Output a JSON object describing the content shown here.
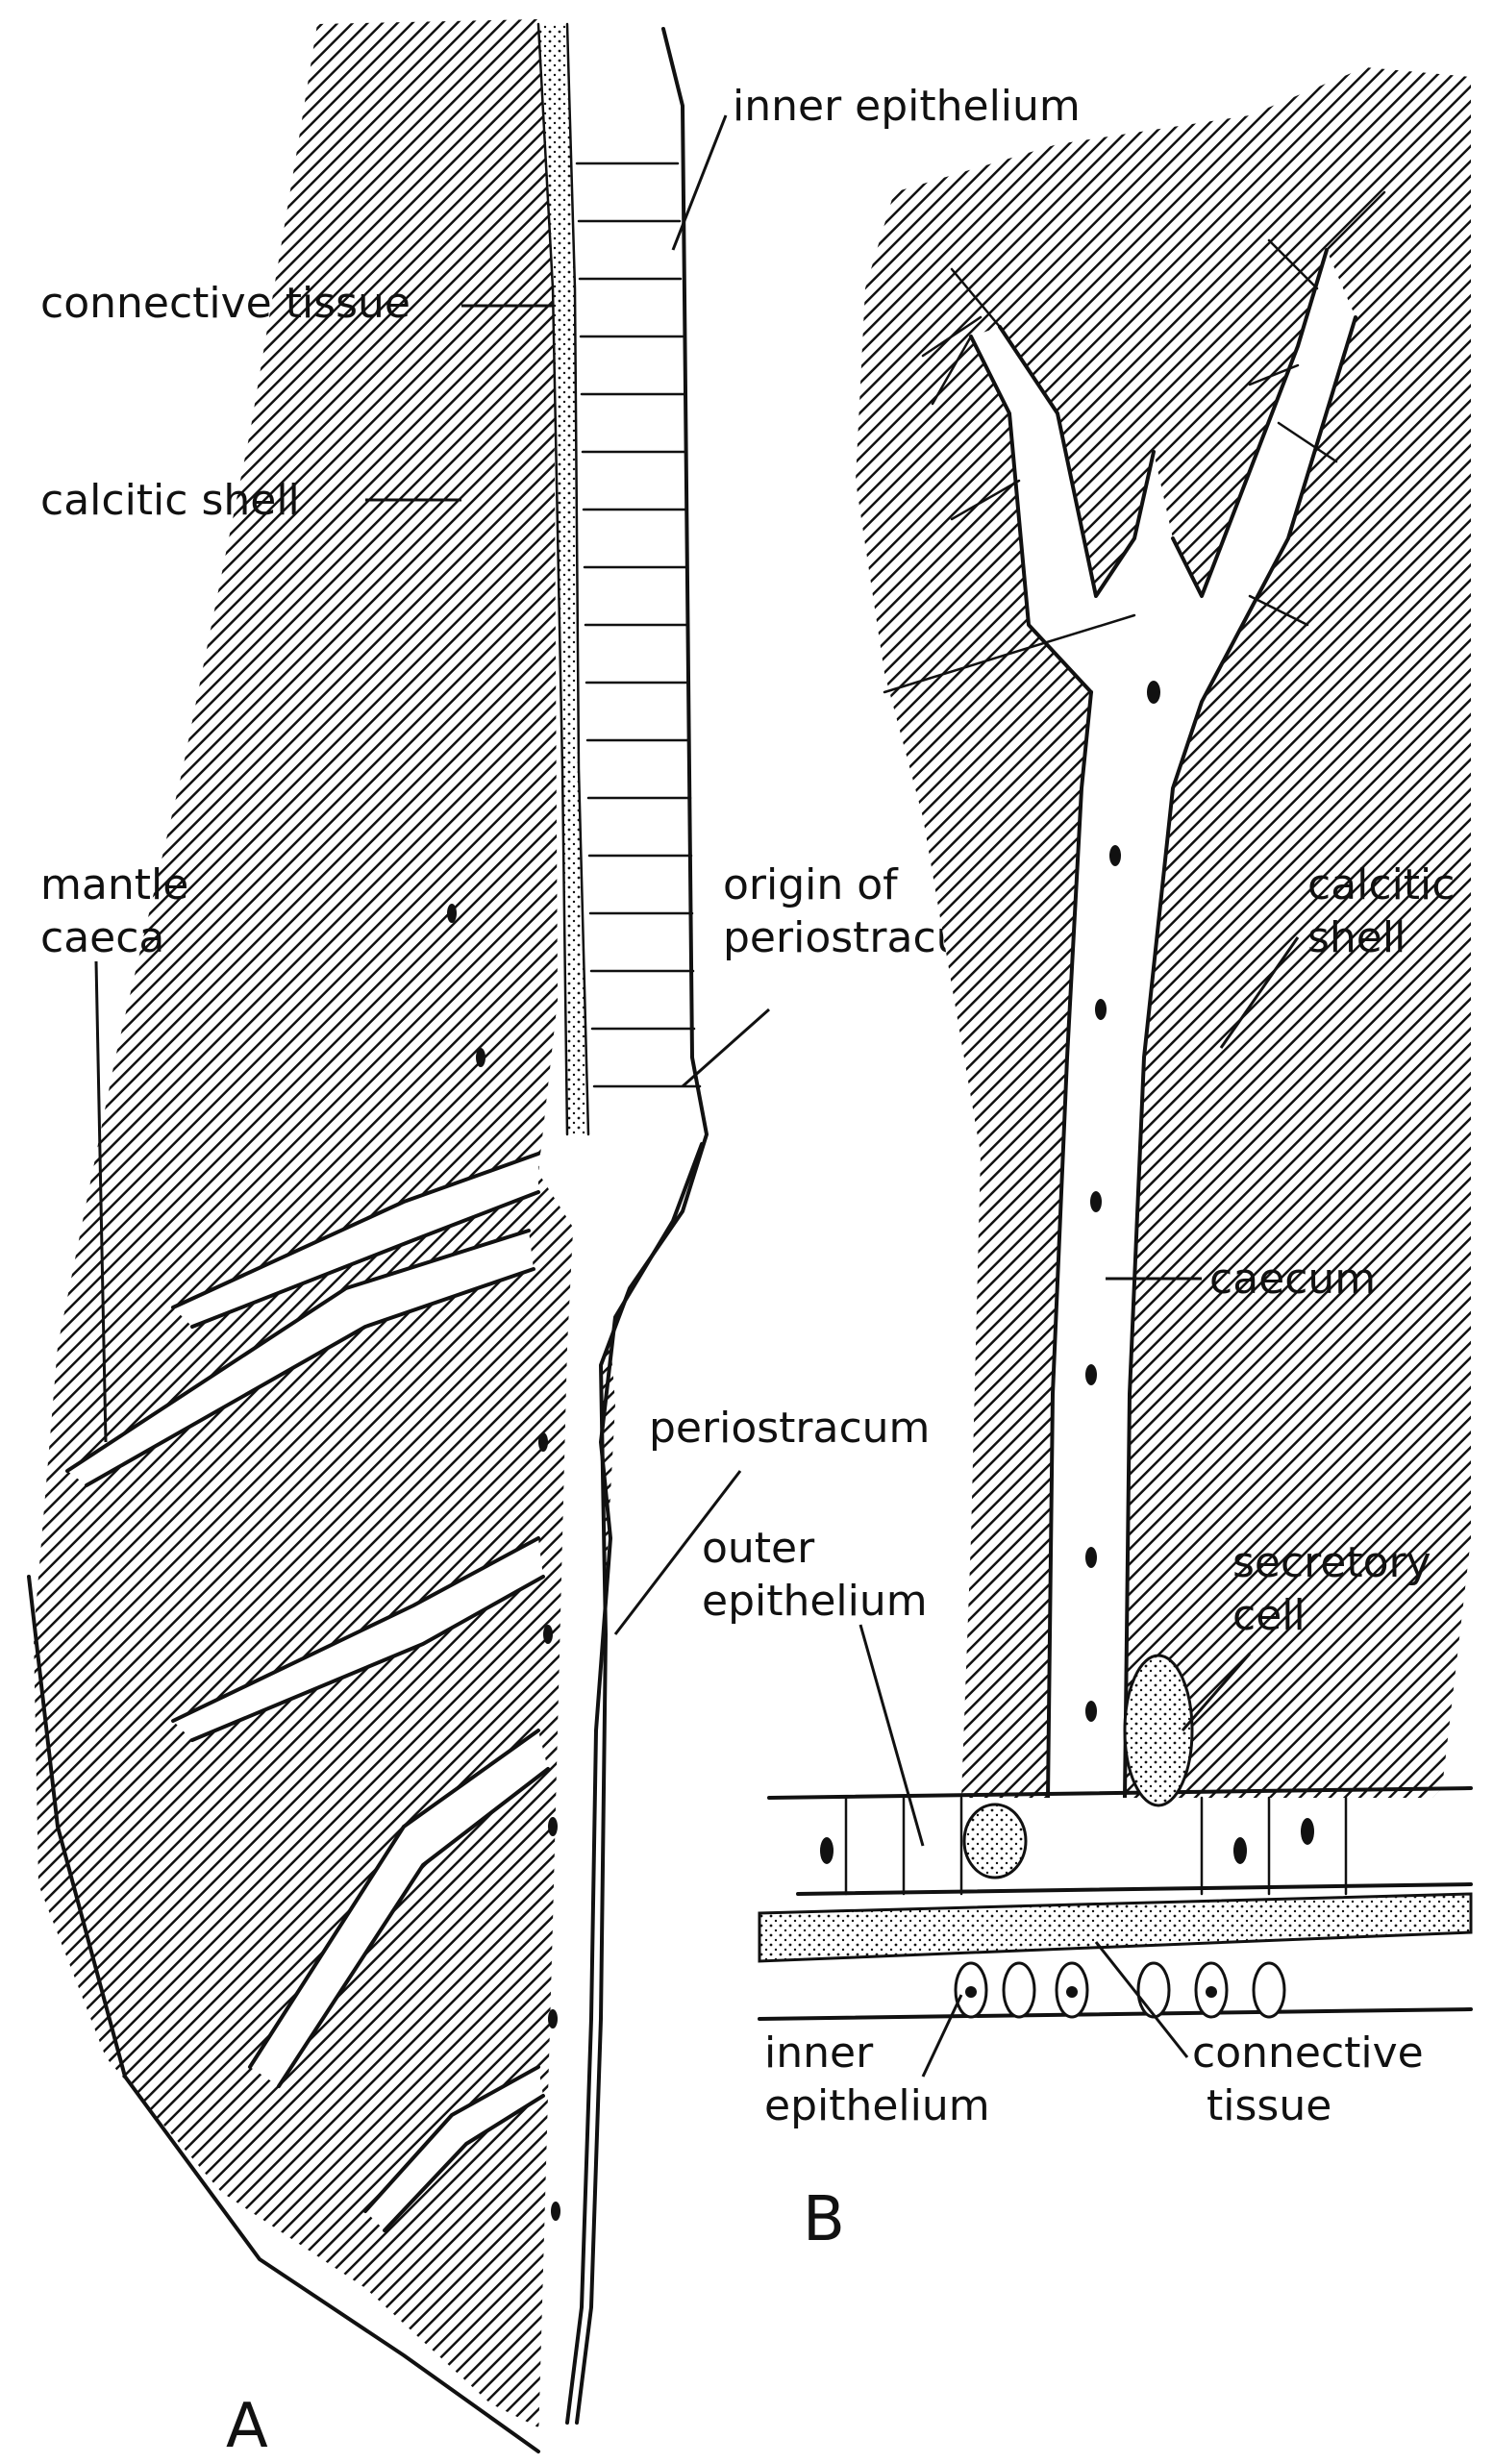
{
  "panels": {
    "a": "A",
    "b": "B"
  },
  "labels_a": {
    "inner_epithelium": "inner epithelium",
    "connective_tissue": "connective tissue",
    "calcitic_shell": "calcitic shell",
    "mantle_caeca_1": "mantle",
    "mantle_caeca_2": "caeca",
    "origin_1": "origin of",
    "origin_2": "periostracum",
    "periostracum": "periostracum"
  },
  "labels_b": {
    "calcitic_shell_1": "calcitic",
    "calcitic_shell_2": "shell",
    "caecum": "caecum",
    "secretory_1": "secretory",
    "secretory_2": "cell",
    "outer_epi_1": "outer",
    "outer_epi_2": "epithelium",
    "inner_epi_1": "inner",
    "inner_epi_2": "epithelium",
    "connective_1": "connective",
    "connective_2": "tissue"
  },
  "colors": {
    "ink": "#111111",
    "paper": "#ffffff"
  }
}
